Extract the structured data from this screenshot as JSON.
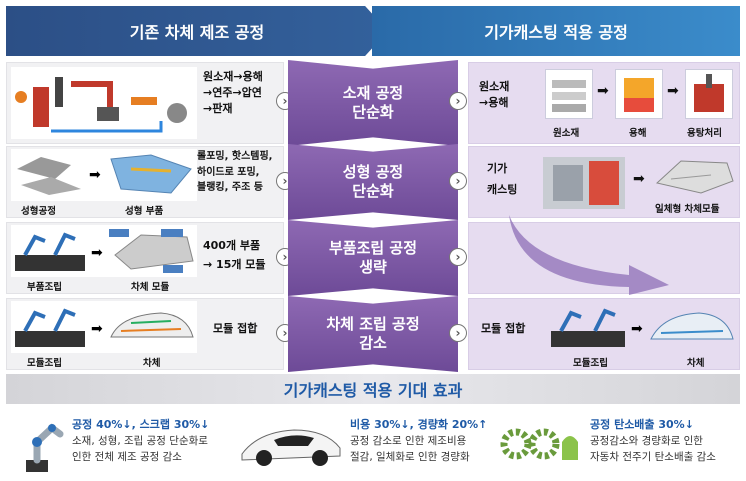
{
  "header": {
    "left_title": "기존 차체 제조 공정",
    "right_title": "기가캐스팅 적용 공정"
  },
  "rows": [
    {
      "left_process": "원소재→용해\n→연주→압연\n→판재",
      "center_label": "소재 공정\n단순화",
      "right_process": "원소재\n→용해",
      "right_captions": [
        "원소재",
        "용해",
        "용탕처리"
      ]
    },
    {
      "left_captions": [
        "성형공정",
        "성형 부품"
      ],
      "left_process": "롤포밍, 핫스템핑,\n하이드로 포밍,\n블랭킹, 주조 등",
      "center_label": "성형 공정\n단순화",
      "right_process": "기가\n캐스팅",
      "right_captions": [
        "일체형 차체모듈"
      ]
    },
    {
      "left_captions": [
        "부품조립",
        "차체 모듈"
      ],
      "left_process": "400개 부품\n→ 15개 모듈",
      "center_label": "부품조립 공정\n생략"
    },
    {
      "left_captions": [
        "모듈조립",
        "차체"
      ],
      "left_process": "모듈 접합",
      "center_label": "차체 조립 공정\n감소",
      "right_process": "모듈 접합",
      "right_captions": [
        "모듈조립",
        "차체"
      ]
    }
  ],
  "effects": {
    "title": "기가캐스팅 적용 기대 효과",
    "items": [
      {
        "headline": "공정 40%↓, 스크랩 30%↓",
        "body": "소재, 성형, 조립 공정 단순화로\n인한 전체 제조 공정 감소"
      },
      {
        "headline": "비용 30%↓, 경량화 20%↑",
        "body": "공정 감소로 인한 제조비용\n절감, 일체화로 인한 경량화"
      },
      {
        "headline": "공정 탄소배출 30%↓",
        "body": "공정감소와 경량화로 인한\n자동차 전주기 탄소배출 감소"
      }
    ]
  },
  "colors": {
    "header_dark": "#2c4f86",
    "header_light": "#3b8ccb",
    "center_purple": "#7b56a3",
    "right_bg": "#e6dcf0",
    "effect_text": "#1f5aa6"
  },
  "icons": [
    "chevron-right-icon",
    "arrow-right-icon",
    "robot-arm-icon",
    "car-icon",
    "leaf-co2-icon"
  ]
}
